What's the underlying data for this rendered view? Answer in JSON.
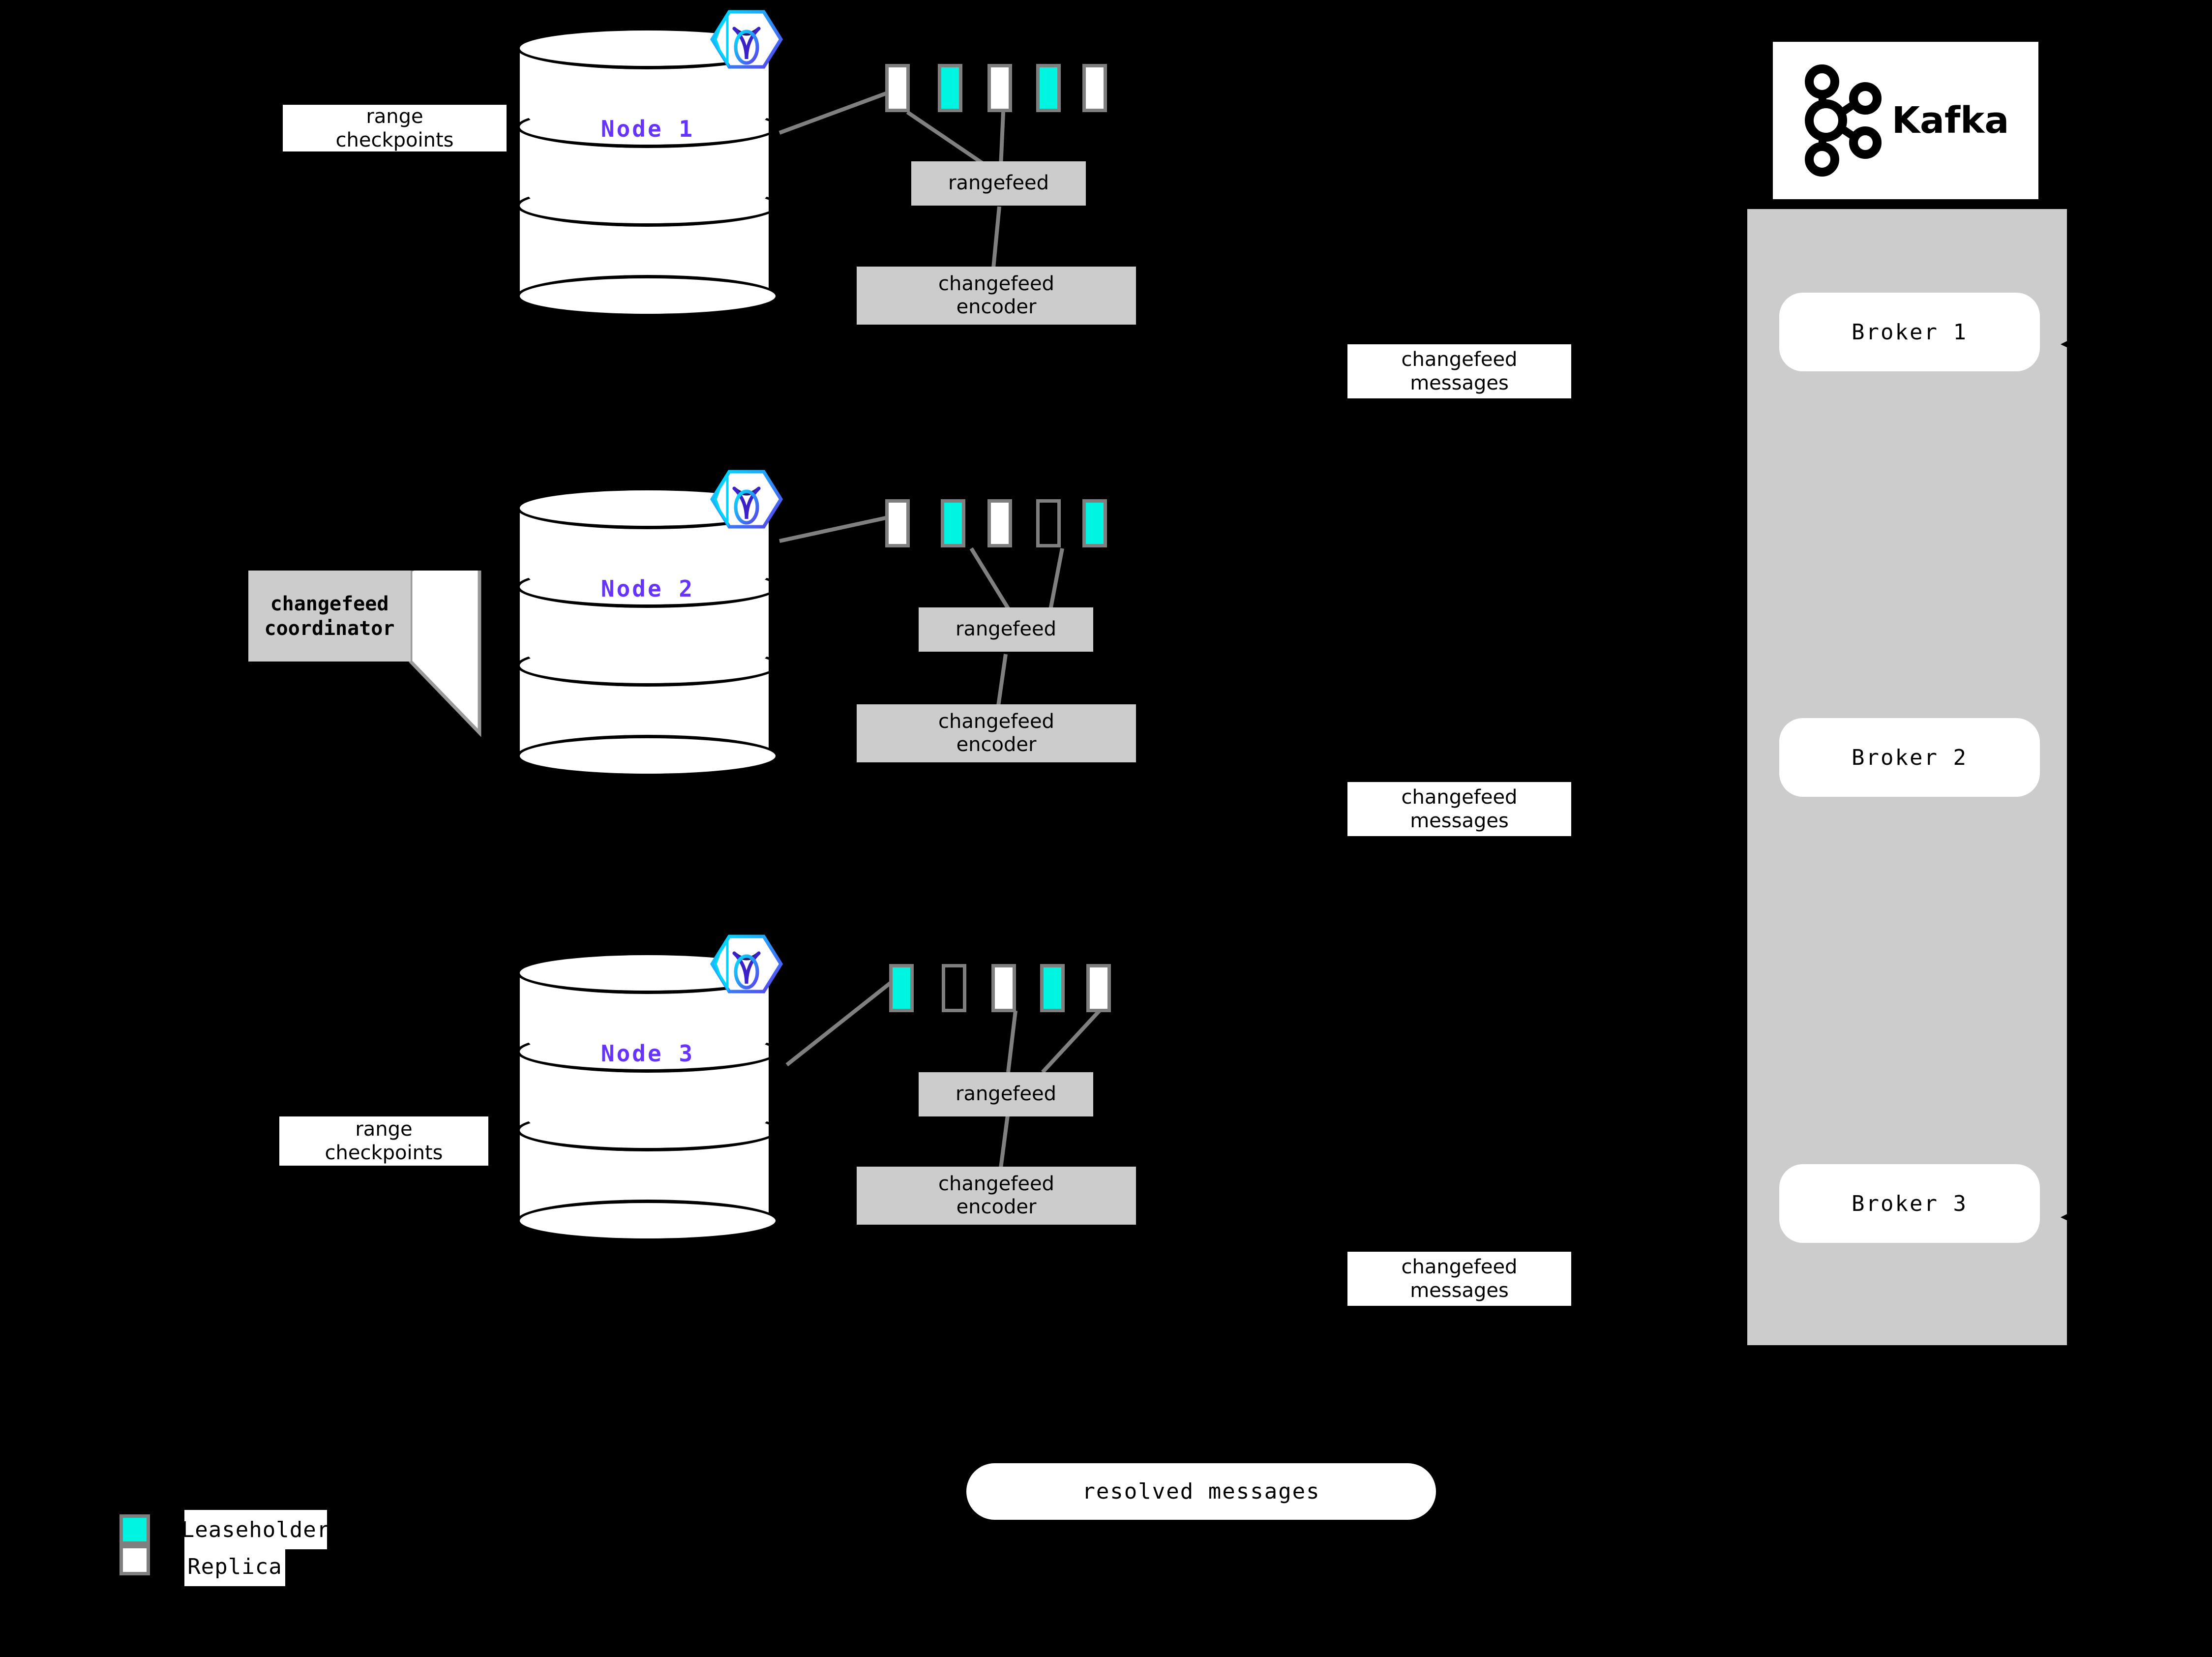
{
  "diagram": {
    "title_implicit": "CockroachDB changefeed to Kafka architecture",
    "background_color": "#000000",
    "accent_color": "#6633ff",
    "leaseholder_color": "#00f5e1",
    "replica_color": "#ffffff",
    "box_grey": "#cccccc",
    "border_grey": "#7f7f7f"
  },
  "nodes": [
    {
      "label": "Node 1",
      "badge_icon": "cockroachdb-hexagon-icon",
      "side_label": {
        "line1": "range",
        "line2": "checkpoints"
      },
      "replicas": [
        {
          "kind": "replica",
          "fill": "white"
        },
        {
          "kind": "leaseholder",
          "fill": "cyan"
        },
        {
          "kind": "replica",
          "fill": "white"
        },
        {
          "kind": "leaseholder",
          "fill": "cyan"
        },
        {
          "kind": "replica",
          "fill": "white"
        }
      ],
      "rangefeed_label": "rangefeed",
      "encoder_label": {
        "line1": "changefeed",
        "line2": "encoder"
      },
      "output_label": {
        "line1": "changefeed",
        "line2": "messages"
      }
    },
    {
      "label": "Node 2",
      "badge_icon": "cockroachdb-hexagon-icon",
      "side_label": {
        "line1": "changefeed",
        "line2": "coordinator"
      },
      "replicas": [
        {
          "kind": "replica",
          "fill": "white"
        },
        {
          "kind": "leaseholder",
          "fill": "cyan"
        },
        {
          "kind": "replica",
          "fill": "white"
        },
        {
          "kind": "replica",
          "fill": "none"
        },
        {
          "kind": "leaseholder",
          "fill": "cyan"
        }
      ],
      "rangefeed_label": "rangefeed",
      "encoder_label": {
        "line1": "changefeed",
        "line2": "encoder"
      },
      "output_label": {
        "line1": "changefeed",
        "line2": "messages"
      }
    },
    {
      "label": "Node 3",
      "badge_icon": "cockroachdb-hexagon-icon",
      "side_label": {
        "line1": "range",
        "line2": "checkpoints"
      },
      "replicas": [
        {
          "kind": "leaseholder",
          "fill": "cyan"
        },
        {
          "kind": "replica",
          "fill": "none"
        },
        {
          "kind": "replica",
          "fill": "white"
        },
        {
          "kind": "leaseholder",
          "fill": "cyan"
        },
        {
          "kind": "replica",
          "fill": "white"
        }
      ],
      "rangefeed_label": "rangefeed",
      "encoder_label": {
        "line1": "changefeed",
        "line2": "encoder"
      },
      "output_label": {
        "line1": "changefeed",
        "line2": "messages"
      }
    }
  ],
  "kafka": {
    "logo_icon": "kafka-logo-icon",
    "logo_text": "Kafka",
    "brokers": [
      {
        "label": "Broker 1"
      },
      {
        "label": "Broker 2"
      },
      {
        "label": "Broker 3"
      }
    ]
  },
  "resolved": {
    "label": "resolved messages"
  },
  "legend": {
    "items": [
      {
        "label": "Leaseholder",
        "fill": "cyan"
      },
      {
        "label": "Replica",
        "fill": "white"
      }
    ]
  }
}
